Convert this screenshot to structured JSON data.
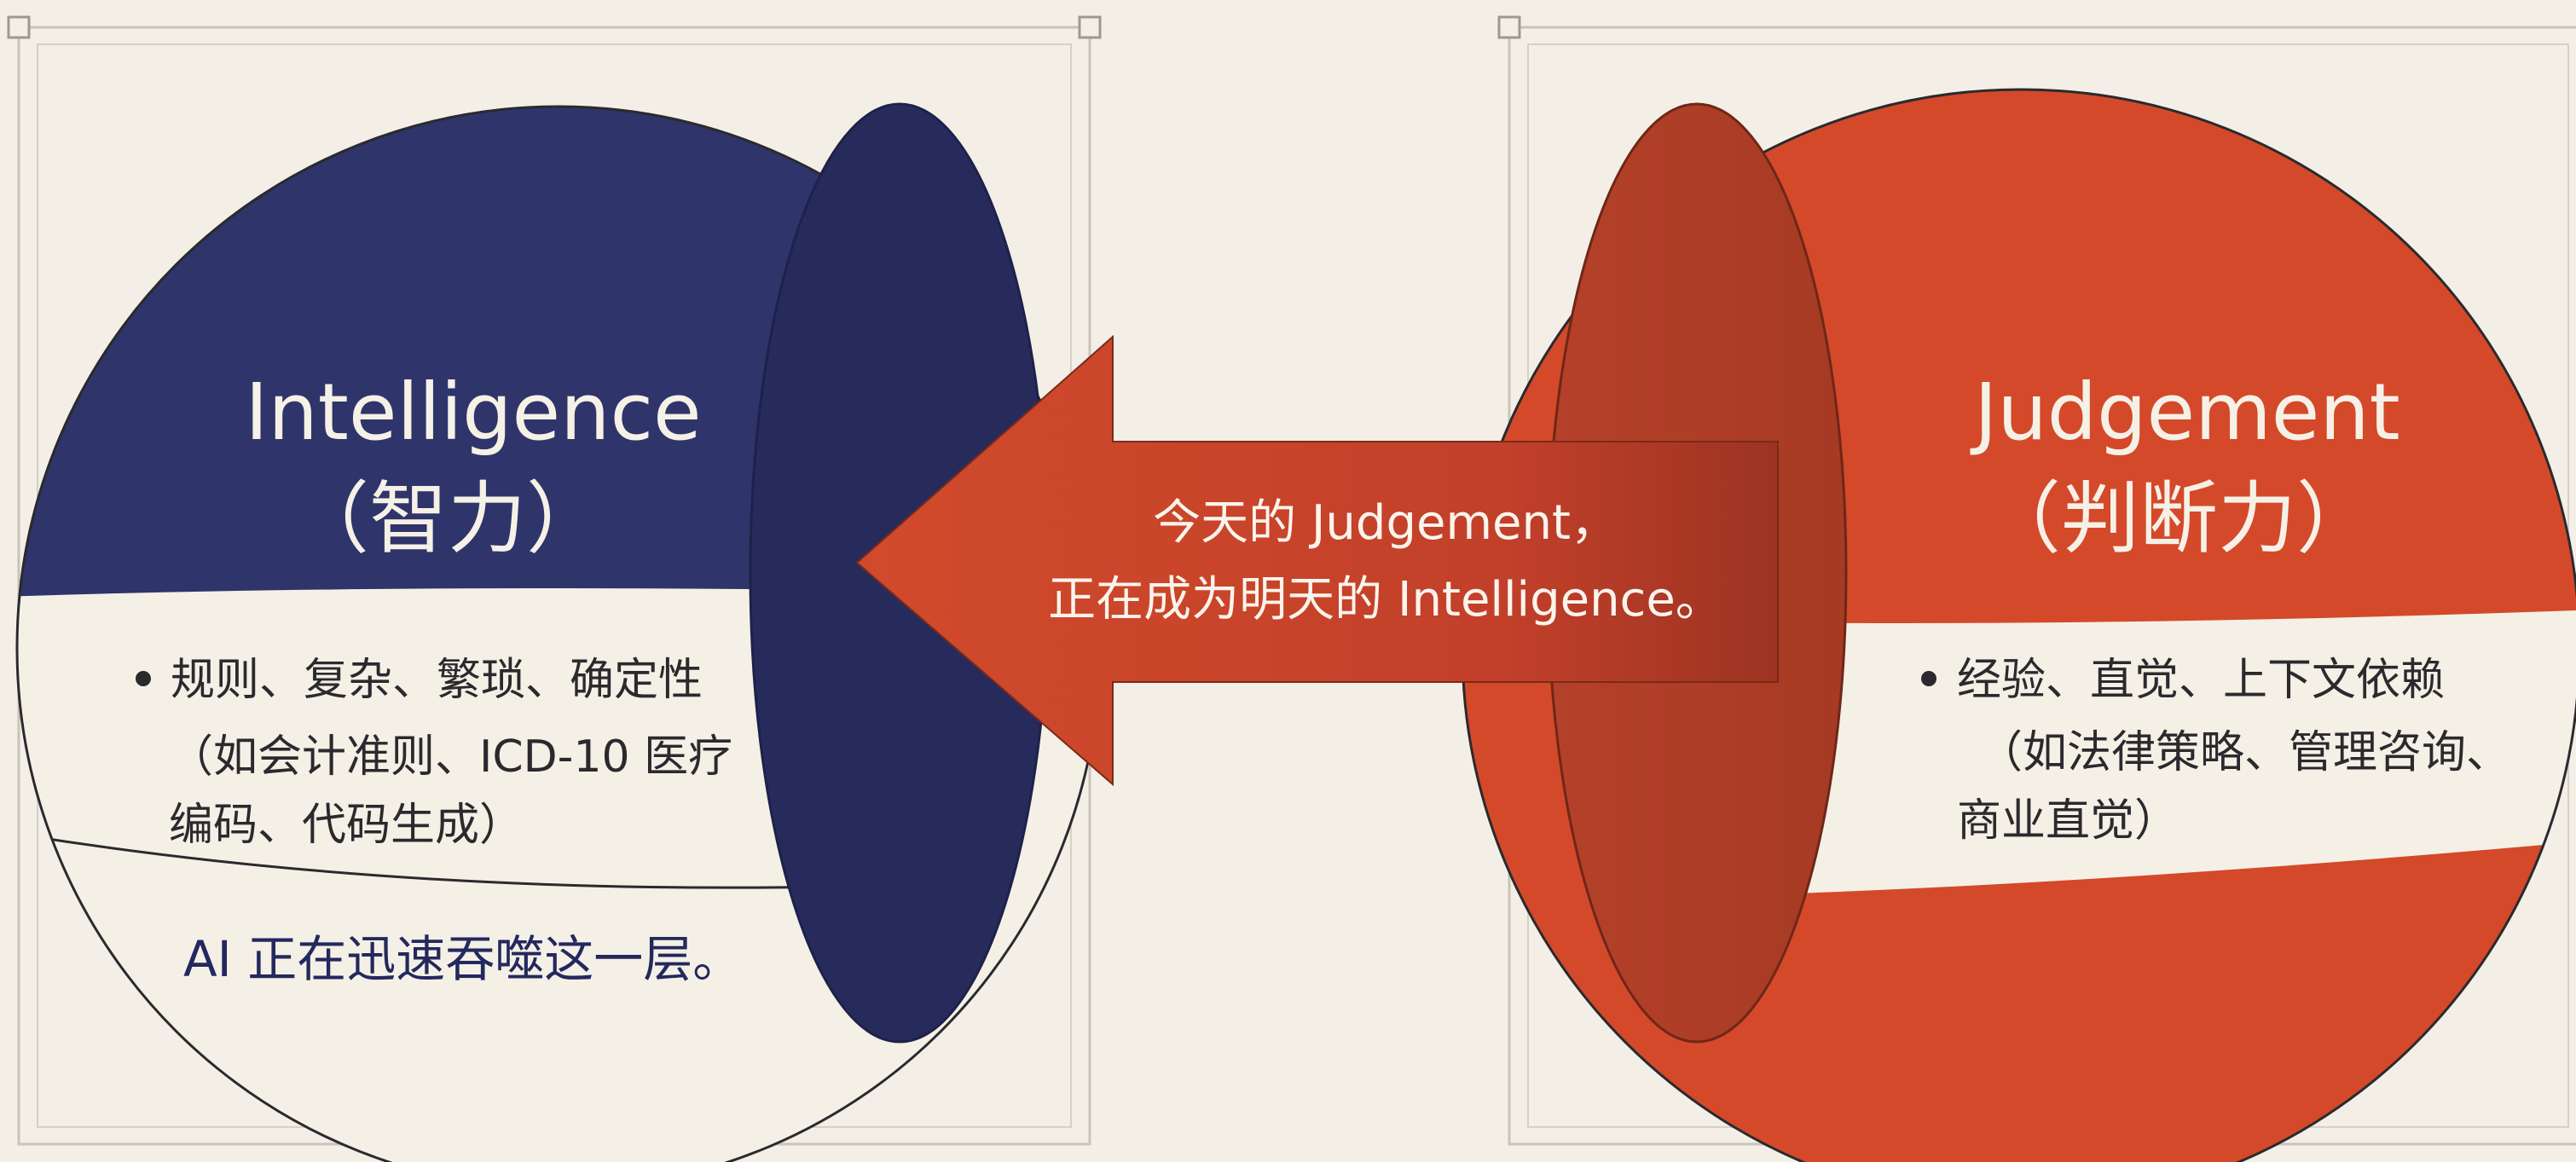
{
  "left": {
    "title": "Intelligence",
    "subtitle": "（智力）",
    "bullet": "规则、复杂、繁琐、确定性",
    "details": [
      "（如会计准则、ICD-10 医疗",
      "编码、代码生成）"
    ],
    "note": "AI 正在迅速吞噬这一层。",
    "color": "#2f346a"
  },
  "arrow": {
    "lines": [
      "今天的 Judgement，",
      "正在成为明天的 Intelligence。"
    ],
    "color": "#cd4528"
  },
  "right": {
    "title": "Judgement",
    "subtitle": "（判断力）",
    "bullet": "经验、直觉、上下文依赖",
    "details": [
      "（如法律策略、管理咨询、",
      "商业直觉）"
    ],
    "color": "#d4492a"
  },
  "colors": {
    "background": "#f3efe7",
    "band": "#f5f0e6",
    "navy": "#2f346a",
    "navy_dark": "#272b5c",
    "orange": "#d4492a",
    "orange_dark": "#a83a22"
  }
}
